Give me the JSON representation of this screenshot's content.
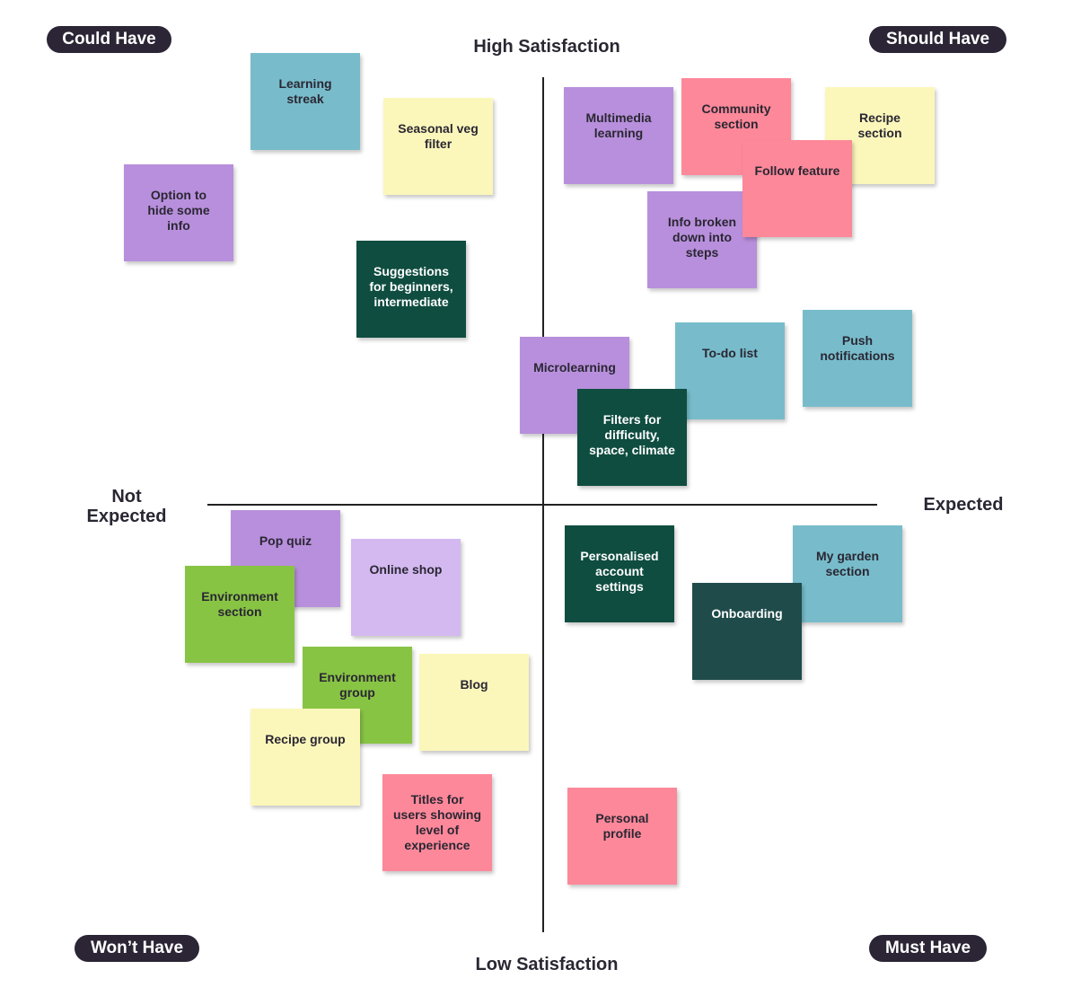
{
  "quadrant_labels": {
    "top_left": "Could Have",
    "top_right": "Should Have",
    "bottom_left": "Won’t Have",
    "bottom_right": "Must Have"
  },
  "axes": {
    "top": "High Satisfaction",
    "bottom": "Low Satisfaction",
    "left": "Not\nExpected",
    "right": "Expected"
  },
  "notes": [
    {
      "id": "learning-streak",
      "text": "Learning\nstreak",
      "color": "#78bccb"
    },
    {
      "id": "seasonal-veg-filter",
      "text": "Seasonal veg\nfilter",
      "color": "#fbf7bb"
    },
    {
      "id": "option-hide-info",
      "text": "Option to\nhide some\ninfo",
      "color": "#b88fdc"
    },
    {
      "id": "suggestions",
      "text": "Suggestions\nfor beginners,\nintermediate",
      "color": "#0f4d40"
    },
    {
      "id": "multimedia-learning",
      "text": "Multimedia\nlearning",
      "color": "#b88fdc"
    },
    {
      "id": "community-section",
      "text": "Community\nsection",
      "color": "#fd8899"
    },
    {
      "id": "recipe-section",
      "text": "Recipe\nsection",
      "color": "#fbf7bb"
    },
    {
      "id": "follow-feature",
      "text": "Follow feature",
      "color": "#fd8899"
    },
    {
      "id": "info-broken-down",
      "text": "Info broken\ndown into\nsteps",
      "color": "#b88fdc"
    },
    {
      "id": "microlearning",
      "text": "Microlearning",
      "color": "#b88fdc"
    },
    {
      "id": "to-do-list",
      "text": "To-do list",
      "color": "#78bccb"
    },
    {
      "id": "push-notifications",
      "text": "Push\nnotifications",
      "color": "#78bccb"
    },
    {
      "id": "filters",
      "text": "Filters for\ndifficulty,\nspace, climate",
      "color": "#0f4d40"
    },
    {
      "id": "pop-quiz",
      "text": "Pop quiz",
      "color": "#b88fdc"
    },
    {
      "id": "online-shop",
      "text": "Online shop",
      "color": "#d4b9f1"
    },
    {
      "id": "environment-section",
      "text": "Environment\nsection",
      "color": "#88c444"
    },
    {
      "id": "environment-group",
      "text": "Environment\ngroup",
      "color": "#88c444"
    },
    {
      "id": "blog",
      "text": "Blog",
      "color": "#fbf7bb"
    },
    {
      "id": "recipe-group",
      "text": "Recipe group",
      "color": "#fbf7bb"
    },
    {
      "id": "titles-for-users",
      "text": "Titles for\nusers showing\nlevel of\nexperience",
      "color": "#fd8899"
    },
    {
      "id": "personalised-settings",
      "text": "Personalised\naccount\nsettings",
      "color": "#0f4d40"
    },
    {
      "id": "my-garden-section",
      "text": "My garden\nsection",
      "color": "#78bccb"
    },
    {
      "id": "onboarding",
      "text": "Onboarding",
      "color": "#1f4b4b"
    },
    {
      "id": "personal-profile",
      "text": "Personal\nprofile",
      "color": "#fd8899"
    }
  ]
}
